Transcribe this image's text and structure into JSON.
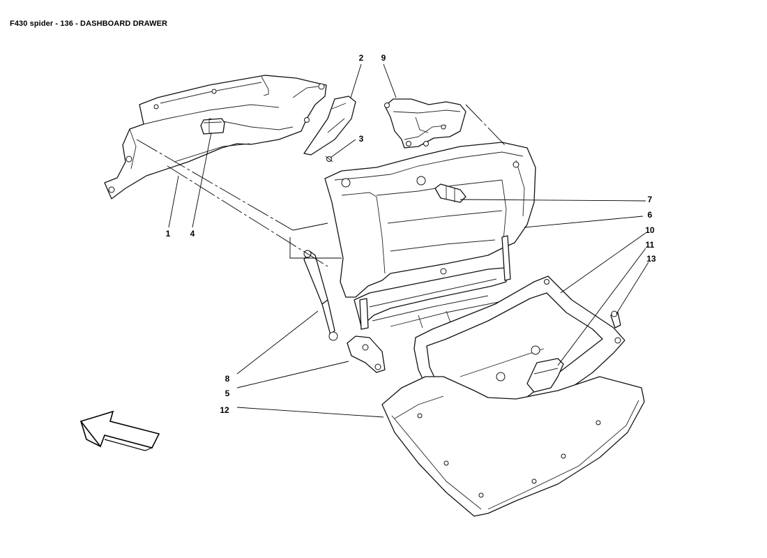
{
  "header": {
    "title": "F430 spider - 136 - DASHBOARD DRAWER"
  },
  "callouts": [
    {
      "id": "1",
      "label": "1"
    },
    {
      "id": "2",
      "label": "2"
    },
    {
      "id": "3",
      "label": "3"
    },
    {
      "id": "4",
      "label": "4"
    },
    {
      "id": "5",
      "label": "5"
    },
    {
      "id": "6",
      "label": "6"
    },
    {
      "id": "7",
      "label": "7"
    },
    {
      "id": "8",
      "label": "8"
    },
    {
      "id": "9",
      "label": "9"
    },
    {
      "id": "10",
      "label": "10"
    },
    {
      "id": "11",
      "label": "11"
    },
    {
      "id": "12",
      "label": "12"
    },
    {
      "id": "13",
      "label": "13"
    }
  ],
  "icons": {
    "direction_arrow": "front-direction-arrow-icon"
  }
}
